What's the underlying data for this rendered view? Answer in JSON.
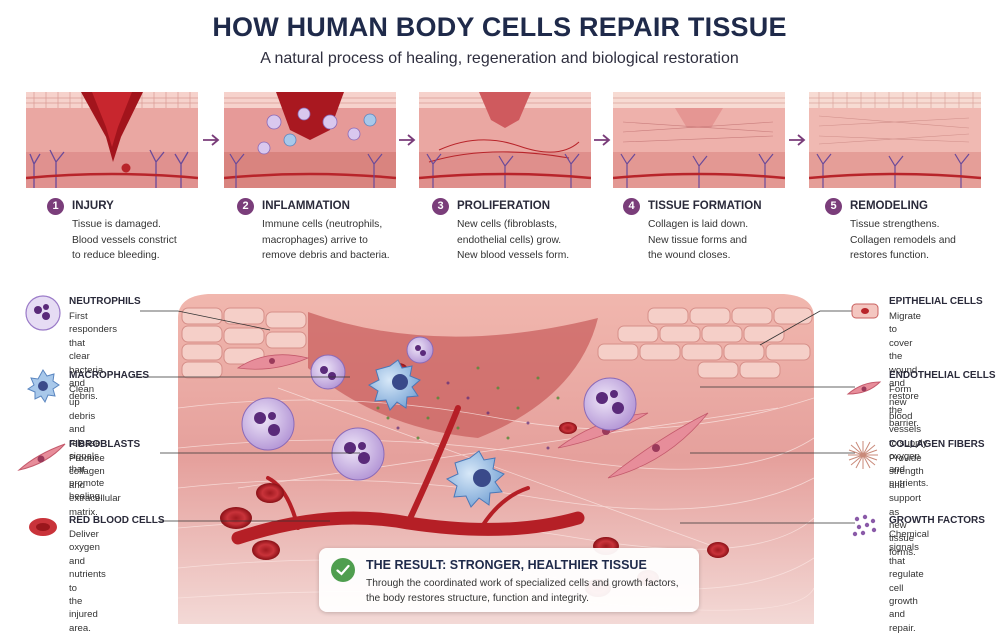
{
  "header": {
    "title": "HOW HUMAN BODY CELLS REPAIR TISSUE",
    "subtitle": "A natural process of healing, regeneration and biological restoration"
  },
  "stages": [
    {
      "number": "1",
      "title": "INJURY",
      "lines": [
        "Tissue is damaged.",
        "Blood vessels constrict",
        "to reduce bleeding."
      ]
    },
    {
      "number": "2",
      "title": "INFLAMMATION",
      "lines": [
        "Immune cells (neutrophils,",
        "macrophages) arrive to",
        "remove debris and bacteria."
      ]
    },
    {
      "number": "3",
      "title": "PROLIFERATION",
      "lines": [
        "New cells (fibroblasts,",
        "endothelial cells) grow.",
        "New blood vessels form."
      ]
    },
    {
      "number": "4",
      "title": "TISSUE FORMATION",
      "lines": [
        "Collagen is laid down.",
        "New tissue forms and",
        "the wound closes."
      ]
    },
    {
      "number": "5",
      "title": "REMODELING",
      "lines": [
        "Tissue strengthens.",
        "Collagen remodels and",
        "restores function."
      ]
    }
  ],
  "legend_left": [
    {
      "icon": "neutrophil-icon",
      "title": "NEUTROPHILS",
      "lines": [
        "First responders that",
        "clear bacteria and",
        "debris."
      ]
    },
    {
      "icon": "macrophage-icon",
      "title": "MACROPHAGES",
      "lines": [
        "Clean up debris and",
        "release signals that",
        "promote healing."
      ]
    },
    {
      "icon": "fibroblast-icon",
      "title": "FIBROBLASTS",
      "lines": [
        "Produce collagen",
        "and extracellular",
        "matrix."
      ]
    },
    {
      "icon": "red-blood-cell-icon",
      "title": "RED BLOOD CELLS",
      "lines": [
        "Deliver oxygen",
        "and nutrients to",
        "the injured area."
      ]
    }
  ],
  "legend_right": [
    {
      "icon": "epithelial-cell-icon",
      "title": "EPITHELIAL CELLS",
      "lines": [
        "Migrate to cover",
        "the wound and",
        "restore the barrier."
      ]
    },
    {
      "icon": "endothelial-cell-icon",
      "title": "ENDOTHELIAL CELLS",
      "lines": [
        "Form new blood",
        "vessels to supply",
        "oxygen and nutrients."
      ]
    },
    {
      "icon": "collagen-fibers-icon",
      "title": "COLLAGEN FIBERS",
      "lines": [
        "Provide strength",
        "and support as",
        "new tissue forms."
      ]
    },
    {
      "icon": "growth-factors-icon",
      "title": "GROWTH FACTORS",
      "lines": [
        "Chemical signals",
        "that regulate cell",
        "growth and repair."
      ]
    }
  ],
  "result": {
    "title": "THE RESULT: STRONGER, HEALTHIER TISSUE",
    "lines": [
      "Through the coordinated work of specialized cells and growth factors,",
      "the body restores structure, function and integrity."
    ]
  },
  "colors": {
    "title": "#1f2a4a",
    "badge": "#7a3d7a",
    "check": "#4f9e4f",
    "tissue": "#e8a0a0",
    "blood": "#b8242a"
  }
}
